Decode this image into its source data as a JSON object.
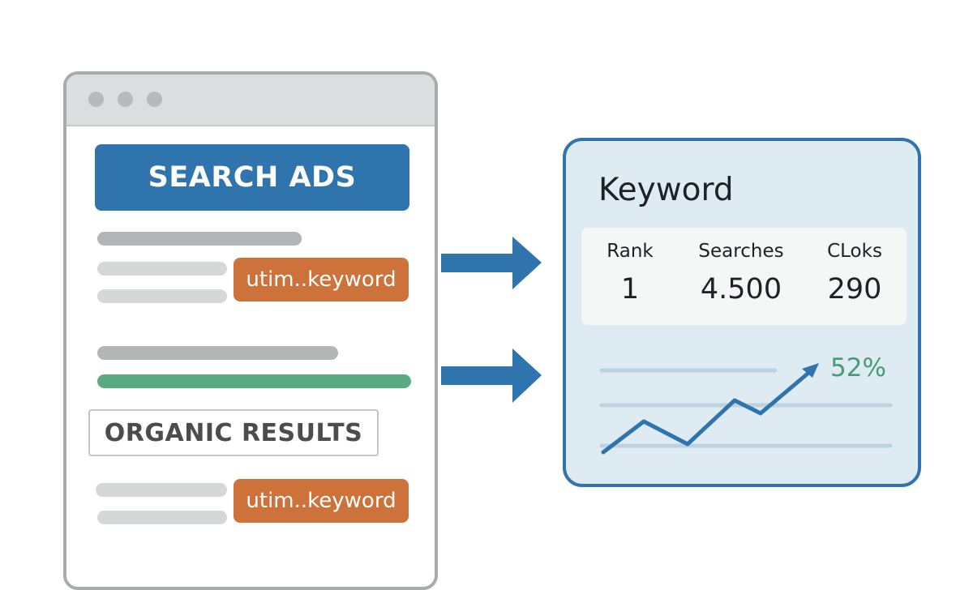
{
  "search_results": {
    "search_ads_label": "SEARCH ADS",
    "organic_label": "ORGANIC RESULTS",
    "keyword_tag_1": "utim..keyword",
    "keyword_tag_2": "utim..keyword"
  },
  "keyword_panel": {
    "title": "Keyword",
    "stats": [
      {
        "label": "Rank",
        "value": "1"
      },
      {
        "label": "Searches",
        "value": "4.500"
      },
      {
        "label": "CLoks",
        "value": "290"
      }
    ],
    "growth_percent": "52%"
  },
  "colors": {
    "ads_blue": "#2f74ad",
    "keyword_orange": "#cc723a",
    "organic_green": "#5aab83",
    "growth_green": "#4a9a78",
    "panel_bg": "#deebf3"
  }
}
